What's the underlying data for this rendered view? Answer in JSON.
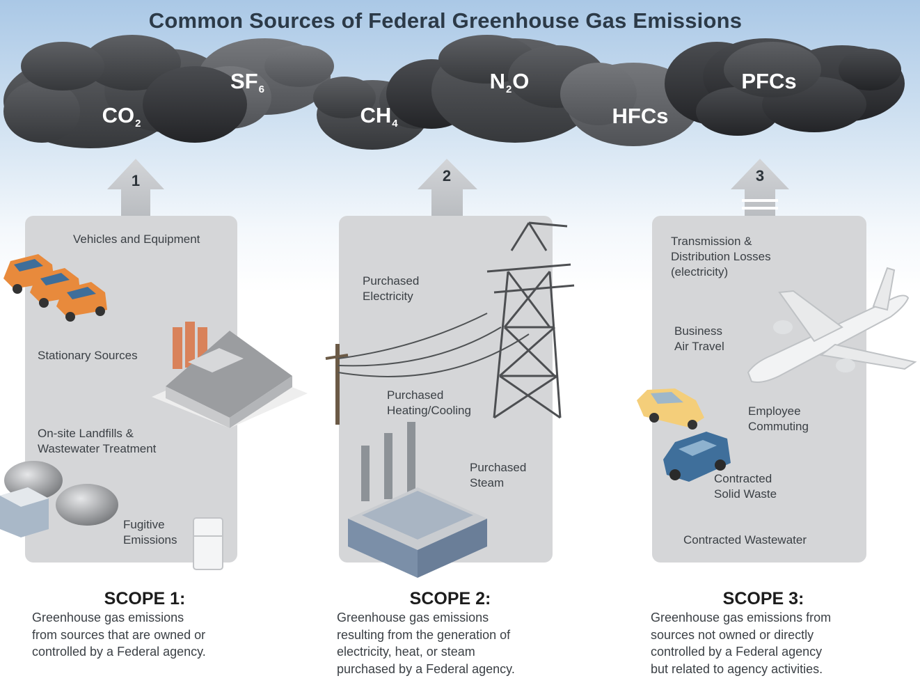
{
  "title": "Common Sources of Federal Greenhouse Gas Emissions",
  "gases": {
    "co2": {
      "main": "CO",
      "sub": "2"
    },
    "sf6": {
      "main": "SF",
      "sub": "6"
    },
    "ch4": {
      "main": "CH",
      "sub": "4"
    },
    "n2o": {
      "main": "N",
      "sub": "2",
      "tail": "O"
    },
    "hfcs": {
      "main": "HFCs"
    },
    "pfcs": {
      "main": "PFCs"
    }
  },
  "scopes": [
    {
      "number": "1",
      "title": "SCOPE 1:",
      "description": "Greenhouse gas emissions\nfrom sources that are owned or\ncontrolled by a Federal agency.",
      "items": [
        "Vehicles and Equipment",
        "Stationary Sources",
        "On-site Landfills &\nWastewater Treatment",
        "Fugitive\nEmissions"
      ]
    },
    {
      "number": "2",
      "title": "SCOPE 2:",
      "description": "Greenhouse gas emissions\nresulting from the generation of\nelectricity, heat, or steam\npurchased by a Federal agency.",
      "items": [
        "Purchased\nElectricity",
        "Purchased\nHeating/Cooling",
        "Purchased\nSteam"
      ]
    },
    {
      "number": "3",
      "title": "SCOPE 3:",
      "description": "Greenhouse gas emissions from\nsources not owned or directly\ncontrolled by a Federal agency\nbut related to agency activities.",
      "items": [
        "Transmission &\nDistribution Losses\n(electricity)",
        "Business\nAir Travel",
        "Employee\nCommuting",
        "Contracted\nSolid Waste",
        "Contracted Wastewater"
      ]
    }
  ]
}
